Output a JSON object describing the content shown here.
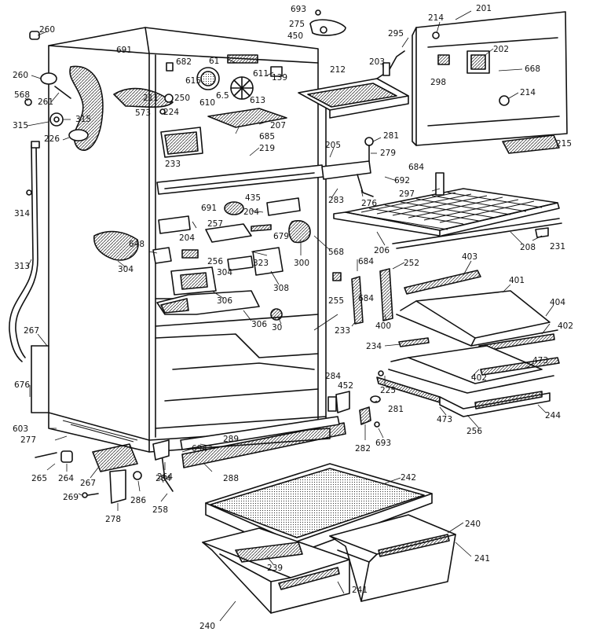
{
  "diagram": {
    "labels": [
      {
        "id": "l260a",
        "text": "260"
      },
      {
        "id": "l260b",
        "text": "260"
      },
      {
        "id": "l261a",
        "text": "261"
      },
      {
        "id": "l568a",
        "text": "568"
      },
      {
        "id": "l315a",
        "text": "315"
      },
      {
        "id": "l315b",
        "text": "315"
      },
      {
        "id": "l226",
        "text": "226"
      },
      {
        "id": "l314",
        "text": "314"
      },
      {
        "id": "l313",
        "text": "313"
      },
      {
        "id": "l267",
        "text": "267"
      },
      {
        "id": "l676",
        "text": "676"
      },
      {
        "id": "l603",
        "text": "603"
      },
      {
        "id": "l277",
        "text": "277"
      },
      {
        "id": "l265",
        "text": "265"
      },
      {
        "id": "l264a",
        "text": "264"
      },
      {
        "id": "l267b",
        "text": "267"
      },
      {
        "id": "l269",
        "text": "269"
      },
      {
        "id": "l278",
        "text": "278"
      },
      {
        "id": "l286",
        "text": "286"
      },
      {
        "id": "l264b",
        "text": "264"
      },
      {
        "id": "l258",
        "text": "258"
      },
      {
        "id": "l691a",
        "text": "691"
      },
      {
        "id": "l682",
        "text": "682"
      },
      {
        "id": "l61",
        "text": "61"
      },
      {
        "id": "l615a",
        "text": "615"
      },
      {
        "id": "l211",
        "text": "211"
      },
      {
        "id": "l250",
        "text": "250"
      },
      {
        "id": "l573",
        "text": "573"
      },
      {
        "id": "l224",
        "text": "224"
      },
      {
        "id": "l610",
        "text": "610"
      },
      {
        "id": "l615b",
        "text": "6.5"
      },
      {
        "id": "l611",
        "text": "611"
      },
      {
        "id": "l613",
        "text": "613"
      },
      {
        "id": "l139",
        "text": "139"
      },
      {
        "id": "l207",
        "text": "207"
      },
      {
        "id": "l685",
        "text": "685"
      },
      {
        "id": "l219",
        "text": "219"
      },
      {
        "id": "l693a",
        "text": "693"
      },
      {
        "id": "l275",
        "text": "275"
      },
      {
        "id": "l450",
        "text": "450"
      },
      {
        "id": "l295",
        "text": "295"
      },
      {
        "id": "l203",
        "text": "203"
      },
      {
        "id": "l212",
        "text": "212"
      },
      {
        "id": "l214a",
        "text": "214"
      },
      {
        "id": "l201",
        "text": "201"
      },
      {
        "id": "l202",
        "text": "202"
      },
      {
        "id": "l298",
        "text": "298"
      },
      {
        "id": "l668",
        "text": "668"
      },
      {
        "id": "l214b",
        "text": "214"
      },
      {
        "id": "l215",
        "text": "215"
      },
      {
        "id": "l281a",
        "text": "281"
      },
      {
        "id": "l279",
        "text": "279"
      },
      {
        "id": "l205",
        "text": "205"
      },
      {
        "id": "l233a",
        "text": "233"
      },
      {
        "id": "l684a",
        "text": "684"
      },
      {
        "id": "l692",
        "text": "692"
      },
      {
        "id": "l297",
        "text": "297"
      },
      {
        "id": "l283",
        "text": "283"
      },
      {
        "id": "l276",
        "text": "276"
      },
      {
        "id": "l691b",
        "text": "691"
      },
      {
        "id": "l435",
        "text": "435"
      },
      {
        "id": "l204a",
        "text": "204"
      },
      {
        "id": "l257",
        "text": "257"
      },
      {
        "id": "l648",
        "text": "648"
      },
      {
        "id": "l204b",
        "text": "204"
      },
      {
        "id": "l679",
        "text": "679"
      },
      {
        "id": "l206",
        "text": "206"
      },
      {
        "id": "l208",
        "text": "208"
      },
      {
        "id": "l231",
        "text": "231"
      },
      {
        "id": "l256a",
        "text": "256"
      },
      {
        "id": "l323",
        "text": "323"
      },
      {
        "id": "l300",
        "text": "300"
      },
      {
        "id": "l568b",
        "text": "568"
      },
      {
        "id": "l304a",
        "text": "304"
      },
      {
        "id": "l304b",
        "text": "304"
      },
      {
        "id": "l308",
        "text": "308"
      },
      {
        "id": "l306a",
        "text": "306"
      },
      {
        "id": "l306b",
        "text": "306"
      },
      {
        "id": "l30",
        "text": "30"
      },
      {
        "id": "l684b",
        "text": "684"
      },
      {
        "id": "l252",
        "text": "252"
      },
      {
        "id": "l403",
        "text": "403"
      },
      {
        "id": "l255",
        "text": "255"
      },
      {
        "id": "l684c",
        "text": "684"
      },
      {
        "id": "l401",
        "text": "401"
      },
      {
        "id": "l233b",
        "text": "233"
      },
      {
        "id": "l400",
        "text": "400"
      },
      {
        "id": "l404",
        "text": "404"
      },
      {
        "id": "l402a",
        "text": "402"
      },
      {
        "id": "l234",
        "text": "234"
      },
      {
        "id": "l473a",
        "text": "473"
      },
      {
        "id": "l402b",
        "text": "402"
      },
      {
        "id": "l225",
        "text": "225"
      },
      {
        "id": "l284a",
        "text": "284"
      },
      {
        "id": "l452",
        "text": "452"
      },
      {
        "id": "l281b",
        "text": "281"
      },
      {
        "id": "l244",
        "text": "244"
      },
      {
        "id": "l473b",
        "text": "473"
      },
      {
        "id": "l256b",
        "text": "256"
      },
      {
        "id": "l282",
        "text": "282"
      },
      {
        "id": "l693b",
        "text": "693"
      },
      {
        "id": "l289",
        "text": "289"
      },
      {
        "id": "l694",
        "text": "694"
      },
      {
        "id": "l288",
        "text": "288"
      },
      {
        "id": "l284b",
        "text": "284"
      },
      {
        "id": "l242",
        "text": "242"
      },
      {
        "id": "l240a",
        "text": "240"
      },
      {
        "id": "l241a",
        "text": "241"
      },
      {
        "id": "l239",
        "text": "239"
      },
      {
        "id": "l241b",
        "text": "241"
      },
      {
        "id": "l240b",
        "text": "240"
      }
    ]
  }
}
